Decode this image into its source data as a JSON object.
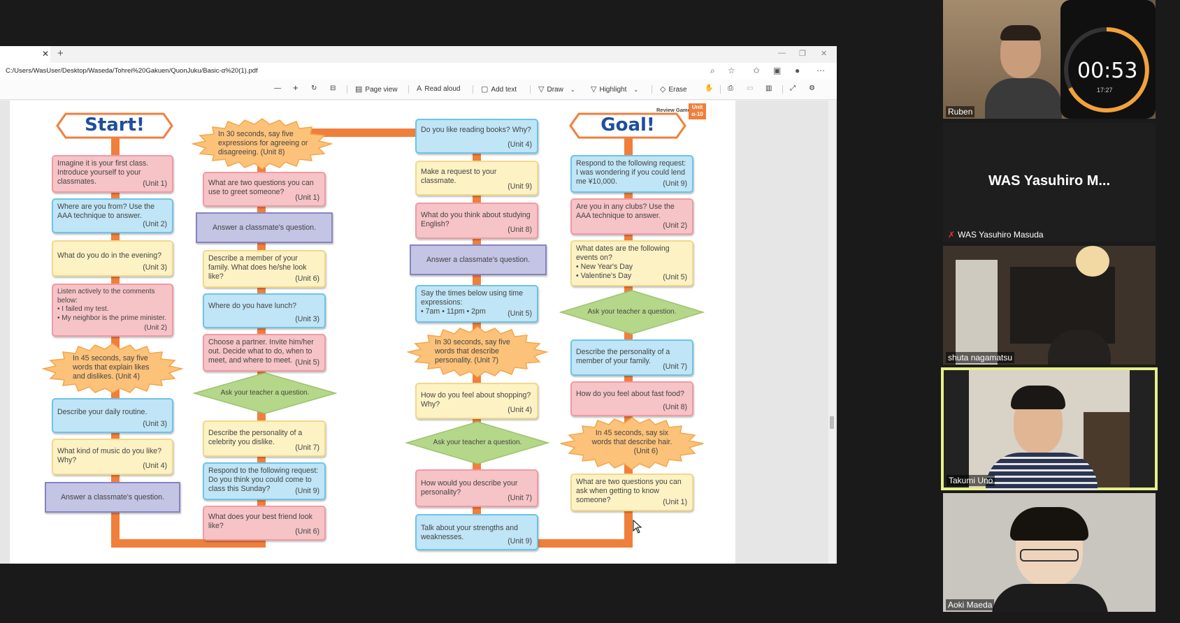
{
  "browser": {
    "tab_close": "✕",
    "new_tab": "+",
    "address": "C:/Users/WasUser/Desktop/Waseda/Tohrei%20Gakuen/QuonJuku/Basic-α%20(1).pdf",
    "toolbar": {
      "zoom_out": "—",
      "zoom_in": "+",
      "page_view": "Page view",
      "read_aloud": "Read aloud",
      "add_text": "Add text",
      "draw": "Draw",
      "highlight": "Highlight",
      "erase": "Erase"
    }
  },
  "pdf": {
    "header": {
      "review_game": "Review Game",
      "unit_label": "Unit",
      "unit_value": "α-10"
    },
    "start": "Start!",
    "goal": "Goal!",
    "col1": [
      {
        "text": "Imagine it is your first class. Introduce yourself to your classmates.",
        "unit": "(Unit 1)"
      },
      {
        "text": "Where are you from? Use the AAA technique to answer.",
        "unit": "(Unit 2)"
      },
      {
        "text": "What do you do in the evening?",
        "unit": "(Unit 3)"
      },
      {
        "text": "Listen actively to the comments below:",
        "b1": "• I failed my test.",
        "b2": "• My neighbor is the prime minister.",
        "unit": "(Unit 2)"
      },
      {
        "text": "In 45 seconds, say five words that explain likes and dislikes.",
        "unit": "(Unit 4)"
      },
      {
        "text": "Describe your daily routine.",
        "unit": "(Unit 3)"
      },
      {
        "text": "What kind of music do you like? Why?",
        "unit": "(Unit 4)"
      },
      {
        "text": "Answer a classmate's question."
      }
    ],
    "col2": [
      {
        "text": "In 30 seconds, say five expressions for agreeing or disagreeing.",
        "unit": "(Unit 8)"
      },
      {
        "text": "What are two questions you can use to greet someone?",
        "unit": "(Unit 1)"
      },
      {
        "text": "Answer a classmate's question."
      },
      {
        "text": "Describe a member of your family. What does he/she look like?",
        "unit": "(Unit 6)"
      },
      {
        "text": "Where do you have lunch?",
        "unit": "(Unit 3)"
      },
      {
        "text": "Choose a partner. Invite him/her out. Decide what to do, when to meet, and where to meet.",
        "unit": "(Unit 5)"
      },
      {
        "text": "Ask your teacher a question."
      },
      {
        "text": "Describe the personality of a celebrity you dislike.",
        "unit": "(Unit 7)"
      },
      {
        "text": "Respond to the following request: Do you think you could come to class this Sunday?",
        "unit": "(Unit 9)"
      },
      {
        "text": "What does your best friend look like?",
        "unit": "(Unit 6)"
      }
    ],
    "col3": [
      {
        "text": "Do you like reading books? Why?",
        "unit": "(Unit 4)"
      },
      {
        "text": "Make a request to your classmate.",
        "unit": "(Unit 9)"
      },
      {
        "text": "What do you think about studying English?",
        "unit": "(Unit 8)"
      },
      {
        "text": "Answer a classmate's question."
      },
      {
        "text": "Say the times below using time expressions:",
        "b1": "• 7am   • 11pm   • 2pm",
        "unit": "(Unit 5)"
      },
      {
        "text": "In 30 seconds, say five words that describe personality.",
        "unit": "(Unit 7)"
      },
      {
        "text": "How do you feel about shopping? Why?",
        "unit": "(Unit 4)"
      },
      {
        "text": "Ask your teacher a question."
      },
      {
        "text": "How would you describe your personality?",
        "unit": "(Unit 7)"
      },
      {
        "text": "Talk about your strengths and weaknesses.",
        "unit": "(Unit 9)"
      }
    ],
    "col4": [
      {
        "text": "Respond to the following request: I was wondering if you could lend me ¥10,000.",
        "unit": "(Unit 9)"
      },
      {
        "text": "Are you in any clubs? Use the AAA technique to answer.",
        "unit": "(Unit 2)"
      },
      {
        "text": "What dates are the following events on?",
        "b1": "• New Year's Day",
        "b2": "• Valentine's Day",
        "unit": "(Unit 5)"
      },
      {
        "text": "Ask your teacher a question."
      },
      {
        "text": "Describe the personality of a member of your family.",
        "unit": "(Unit 7)"
      },
      {
        "text": "How do you feel about fast food?",
        "unit": "(Unit 8)"
      },
      {
        "text": "In 45 seconds, say six words that describe hair.",
        "unit": "(Unit 6)"
      },
      {
        "text": "What are two questions you can ask when getting to know someone?",
        "unit": "(Unit 1)"
      }
    ]
  },
  "participants": {
    "ruben": {
      "name": "Ruben",
      "timer": "00:53",
      "clock": "17:27"
    },
    "yasuhiro": {
      "display": "WAS Yasuhiro M...",
      "name": "WAS Yasuhiro Masuda"
    },
    "shuta": {
      "name": "shuta nagamatsu"
    },
    "takumi": {
      "name": "Takumi Uno"
    },
    "aoki": {
      "name": "Aoki Maeda"
    }
  },
  "colors": {
    "path": "#f07f3c",
    "pink": "#f6c3c7",
    "blue": "#bfe5f6",
    "yellow": "#fdf2c4",
    "purple": "#c4c4e4",
    "green": "#b5d78a",
    "star": "#fcc27a",
    "active_speaker": "#e6f08a"
  }
}
